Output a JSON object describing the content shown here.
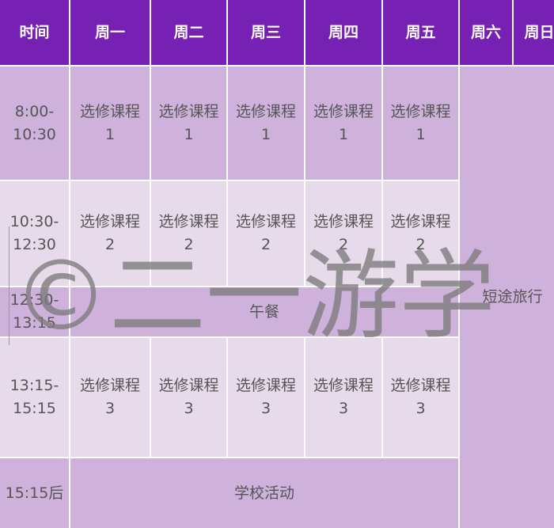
{
  "header": {
    "time": "时间",
    "mon": "周一",
    "tue": "周二",
    "wed": "周三",
    "thu": "周四",
    "fri": "周五",
    "sat": "周六",
    "sun": "周日"
  },
  "rows": [
    {
      "time_a": "8:00-",
      "time_b": "10:30",
      "course": "选修课程",
      "num": "1"
    },
    {
      "time_a": "10:30-",
      "time_b": "12:30",
      "course": "选修课程",
      "num": "2"
    },
    {
      "time_a": "12:30-",
      "time_b": "13:15"
    },
    {
      "time_a": "13:15-",
      "time_b": "15:15",
      "course": "选修课程",
      "num": "3"
    },
    {
      "time": "15:15后"
    }
  ],
  "lunch": "午餐",
  "school_activity": "学校活动",
  "weekend_trip": "短途旅行",
  "watermark": "©二一游学",
  "colors": {
    "header_bg": "#7720b4",
    "row_dark": "#cfb2dc",
    "row_light": "#e7daeb"
  }
}
